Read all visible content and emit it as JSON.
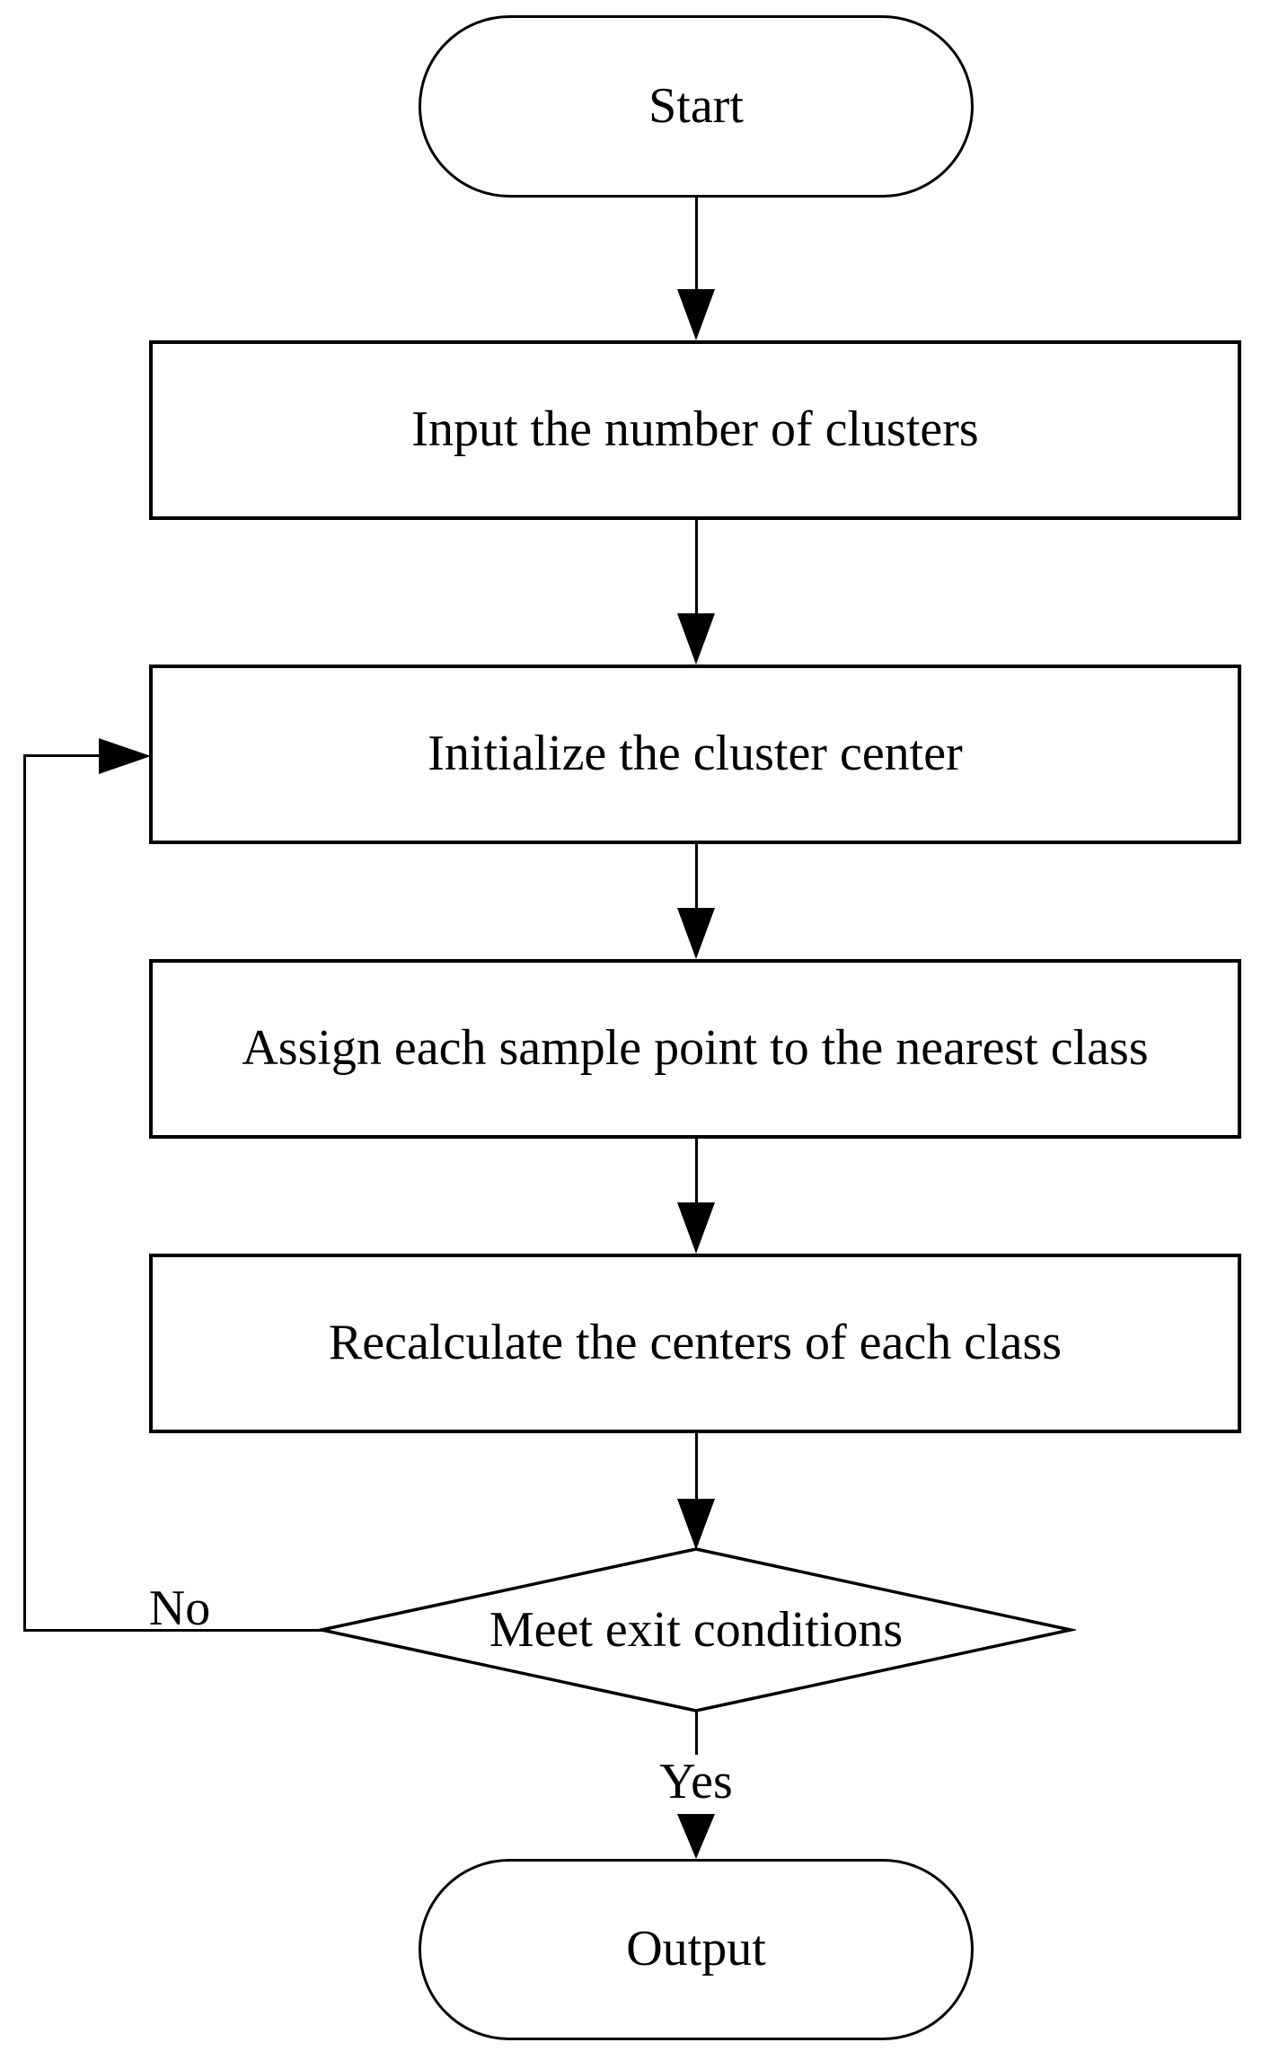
{
  "background_color": "#ffffff",
  "line_color": "#000000",
  "nodes": {
    "start": {
      "type": "terminator",
      "label": "Start"
    },
    "input_clusters": {
      "type": "process",
      "label": "Input the number of clusters"
    },
    "init_center": {
      "type": "process",
      "label": "Initialize the cluster center"
    },
    "assign_points": {
      "type": "process",
      "label": "Assign each sample point to the nearest class"
    },
    "recalc_centers": {
      "type": "process",
      "label": "Recalculate the centers of each class"
    },
    "exit_condition": {
      "type": "decision",
      "label": "Meet exit conditions"
    },
    "output": {
      "type": "terminator",
      "label": "Output"
    }
  },
  "edges": [
    {
      "from": "start",
      "to": "input_clusters",
      "label": ""
    },
    {
      "from": "input_clusters",
      "to": "init_center",
      "label": ""
    },
    {
      "from": "init_center",
      "to": "assign_points",
      "label": ""
    },
    {
      "from": "assign_points",
      "to": "recalc_centers",
      "label": ""
    },
    {
      "from": "recalc_centers",
      "to": "exit_condition",
      "label": ""
    },
    {
      "from": "exit_condition",
      "to": "init_center",
      "label": "No"
    },
    {
      "from": "exit_condition",
      "to": "output",
      "label": "Yes"
    }
  ]
}
